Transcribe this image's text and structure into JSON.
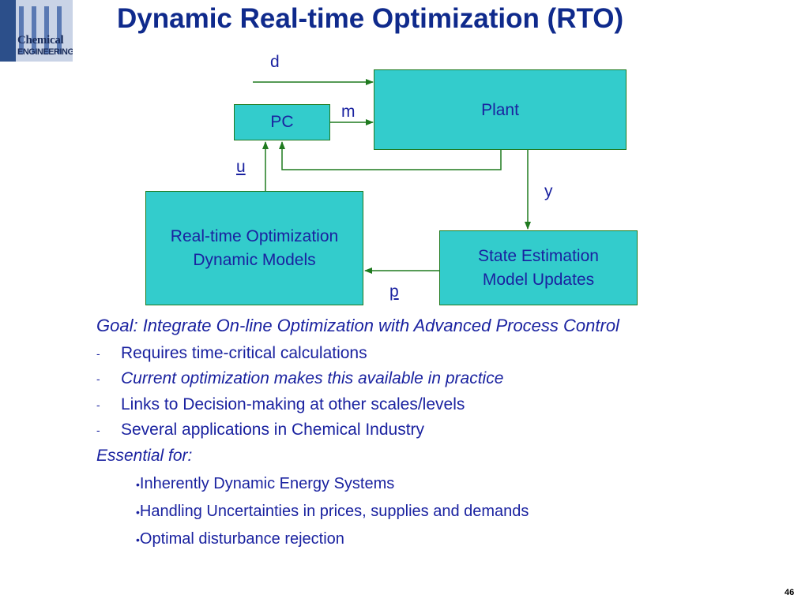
{
  "logo": {
    "line1": "Chemical",
    "line2": "ENGINEERING"
  },
  "title": "Dynamic Real-time Optimization (RTO)",
  "diagram": {
    "plant": "Plant",
    "pc": "PC",
    "rto": [
      "Real-time Optimization",
      "Dynamic Models"
    ],
    "state": [
      "State Estimation",
      "Model Updates"
    ],
    "labels": {
      "d": "d",
      "m": "m",
      "u": "u",
      "y": "y",
      "p": "p"
    }
  },
  "body": {
    "goal": "Goal: Integrate On-line Optimization with Advanced Process Control",
    "bullets": [
      {
        "dash": "-",
        "text": "Requires time-critical calculations"
      },
      {
        "dash": "-",
        "text": "Current optimization makes this available in practice"
      },
      {
        "dash": "-",
        "text": "Links to Decision-making at other scales/levels"
      },
      {
        "dash": "-",
        "text": "Several applications in Chemical Industry"
      }
    ],
    "essential": "Essential for:",
    "sub_bullets": [
      {
        "dot": "•",
        "text": "Inherently Dynamic Energy Systems"
      },
      {
        "dot": "•",
        "text": "Handling Uncertainties in prices, supplies and demands"
      },
      {
        "dot": "•",
        "text": "Optimal disturbance rejection"
      }
    ]
  },
  "page_number": "46",
  "colors": {
    "box_fill": "#33cccc",
    "box_border": "#1f7a1f",
    "text": "#1a22a0",
    "title": "#0f2a8c"
  }
}
